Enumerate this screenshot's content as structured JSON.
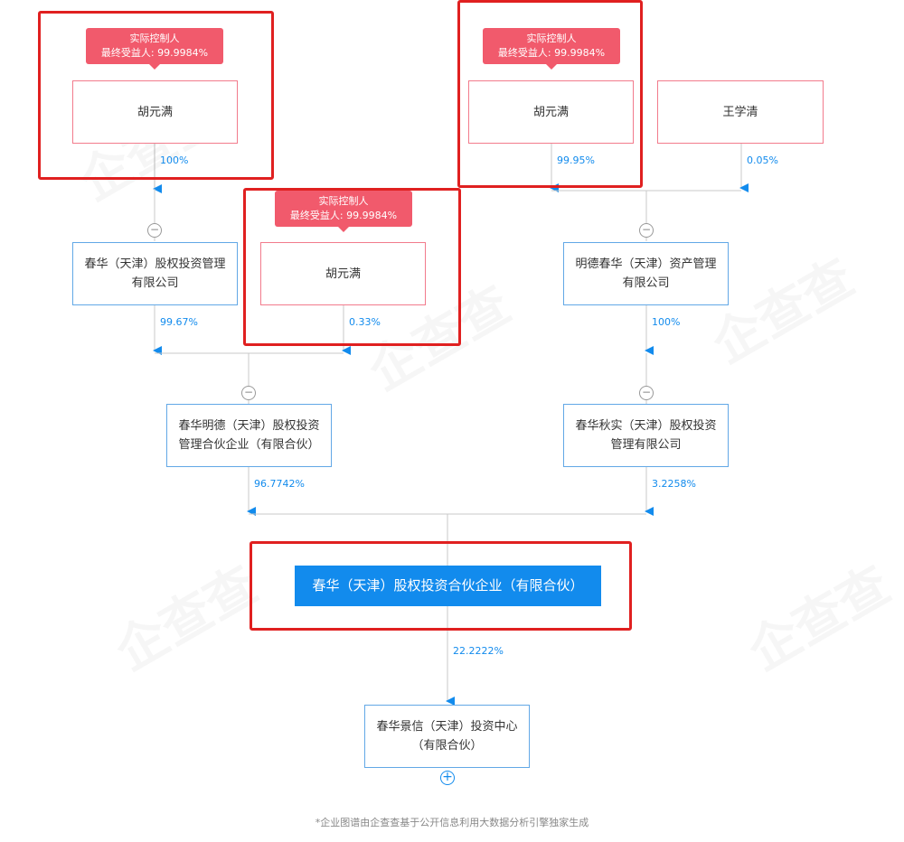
{
  "badge": {
    "role": "实际控制人",
    "beneficiary": "最终受益人: 99.9984%"
  },
  "nodes": {
    "hu1": "胡元满",
    "hu2": "胡元满",
    "hu3": "胡元满",
    "wang": "王学清",
    "chunhua_mgmt": "春华（天津）股权投资管理有限公司",
    "mingde_chunhua": "明德春华（天津）资产管理有限公司",
    "chunhua_mingde": "春华明德（天津）股权投资管理合伙企业（有限合伙）",
    "chunhua_qiushi": "春华秋实（天津）股权投资管理有限公司",
    "main": "春华（天津）股权投资合伙企业（有限合伙）",
    "jingxin": "春华景信（天津）投资中心（有限合伙）"
  },
  "percentages": {
    "hu1_to_mgmt": "100%",
    "hu2_to_mingde": "99.95%",
    "wang_to_mingde": "0.05%",
    "mgmt_to_partnership": "99.67%",
    "hu3_to_partnership": "0.33%",
    "mingde_to_qiushi": "100%",
    "partnership_to_main": "96.7742%",
    "qiushi_to_main": "3.2258%",
    "main_to_jingxin": "22.2222%"
  },
  "toggles": {
    "collapse": "−",
    "expand": "+"
  },
  "watermark": "企查查",
  "footer": "*企业图谱由企查查基于公开信息利用大数据分析引擎独家生成",
  "colors": {
    "person_border": "#f27b8c",
    "badge_bg": "#f15a6c",
    "company_border": "#62a8e6",
    "main_bg": "#128bed",
    "percent_text": "#128bed",
    "highlight": "#e02020"
  }
}
